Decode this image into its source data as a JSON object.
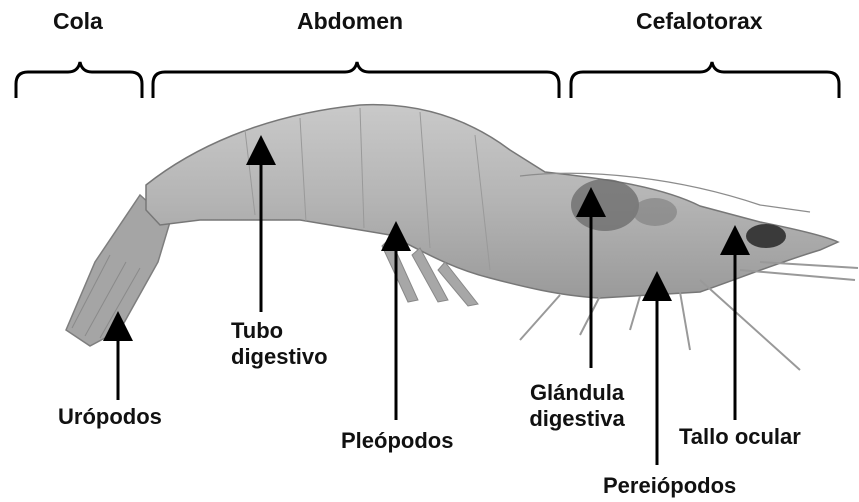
{
  "sections": {
    "tail": "Cola",
    "abdomen": "Abdomen",
    "cephalothorax": "Cefalotorax"
  },
  "labels": {
    "uropods": "Urópodos",
    "digestive_tube_1": "Tubo",
    "digestive_tube_2": "digestivo",
    "pleopods": "Pleópodos",
    "digestive_gland_1": "Glándula",
    "digestive_gland_2": "digestiva",
    "pereiopods": "Pereiópodos",
    "eye_stalk": "Tallo ocular"
  }
}
